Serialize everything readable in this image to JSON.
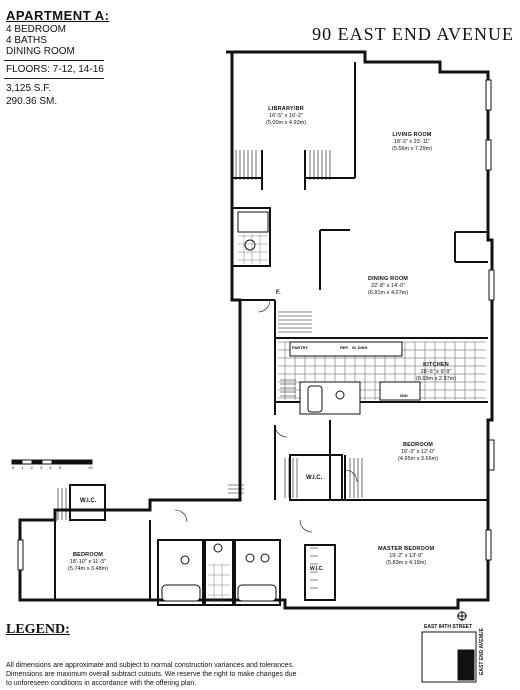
{
  "header": {
    "apartment": "APARTMENT A:",
    "bedrooms": "4 BEDROOM",
    "baths": "4 BATHS",
    "dining": "DINING ROOM",
    "floors": "FLOORS: 7-12, 14-16",
    "sqft": "3,125 S.F.",
    "sqm": "290.36 SM."
  },
  "building": "90 EAST END AVENUE",
  "rooms": {
    "library": {
      "name": "LIBRARY/BR",
      "dims": "16'-5\" x 16'-2\"",
      "metric": "(5.00m x 4.93m)"
    },
    "living": {
      "name": "LIVING ROOM",
      "dims": "18'-3\" x 23'-11\"",
      "metric": "(5.56m x 7.29m)"
    },
    "dining": {
      "name": "DINING ROOM",
      "dims": "22'-8\" x 14'-0\"",
      "metric": "(6.91m x 4.27m)"
    },
    "kitchen": {
      "name": "KITCHEN",
      "dims": "28'-6\" x 9'-9\"",
      "metric": "(8.69m x 2.97m)"
    },
    "bedroom_right": {
      "name": "BEDROOM",
      "dims": "16'-3\" x 12'-0\"",
      "metric": "(4.95m x 3.66m)"
    },
    "bedroom_left": {
      "name": "BEDROOM",
      "dims": "18'-10\" x 11'-5\"",
      "metric": "(5.74m x 3.48m)"
    },
    "master": {
      "name": "MASTER BEDROOM",
      "dims": "19'-2\" x 13'-9\"",
      "metric": "(5.83m x 4.19m)"
    }
  },
  "labels": {
    "foyer": "F.",
    "wic_1": "W.I.C.",
    "wic_2": "W.I.C.",
    "wic_3": "W.I.C.",
    "pantry": "PANTRY",
    "ref": "REF.",
    "wc": "W. DISH",
    "wd": "W/D"
  },
  "scale_ticks": "0 1 2 3 4 5",
  "scale_end": "10",
  "legend": "LEGEND:",
  "key_plan": {
    "street": "EAST 84TH STREET",
    "avenue": "EAST END AVENUE"
  },
  "disclaimer": [
    "All dimensions are approximate and subject to normal construction variances and tolerances.",
    "Dimensions are maximum overall subtract cutouts.  We reserve the right to make changes due",
    "to unforeseen conditions in accordance with the offering plan."
  ]
}
